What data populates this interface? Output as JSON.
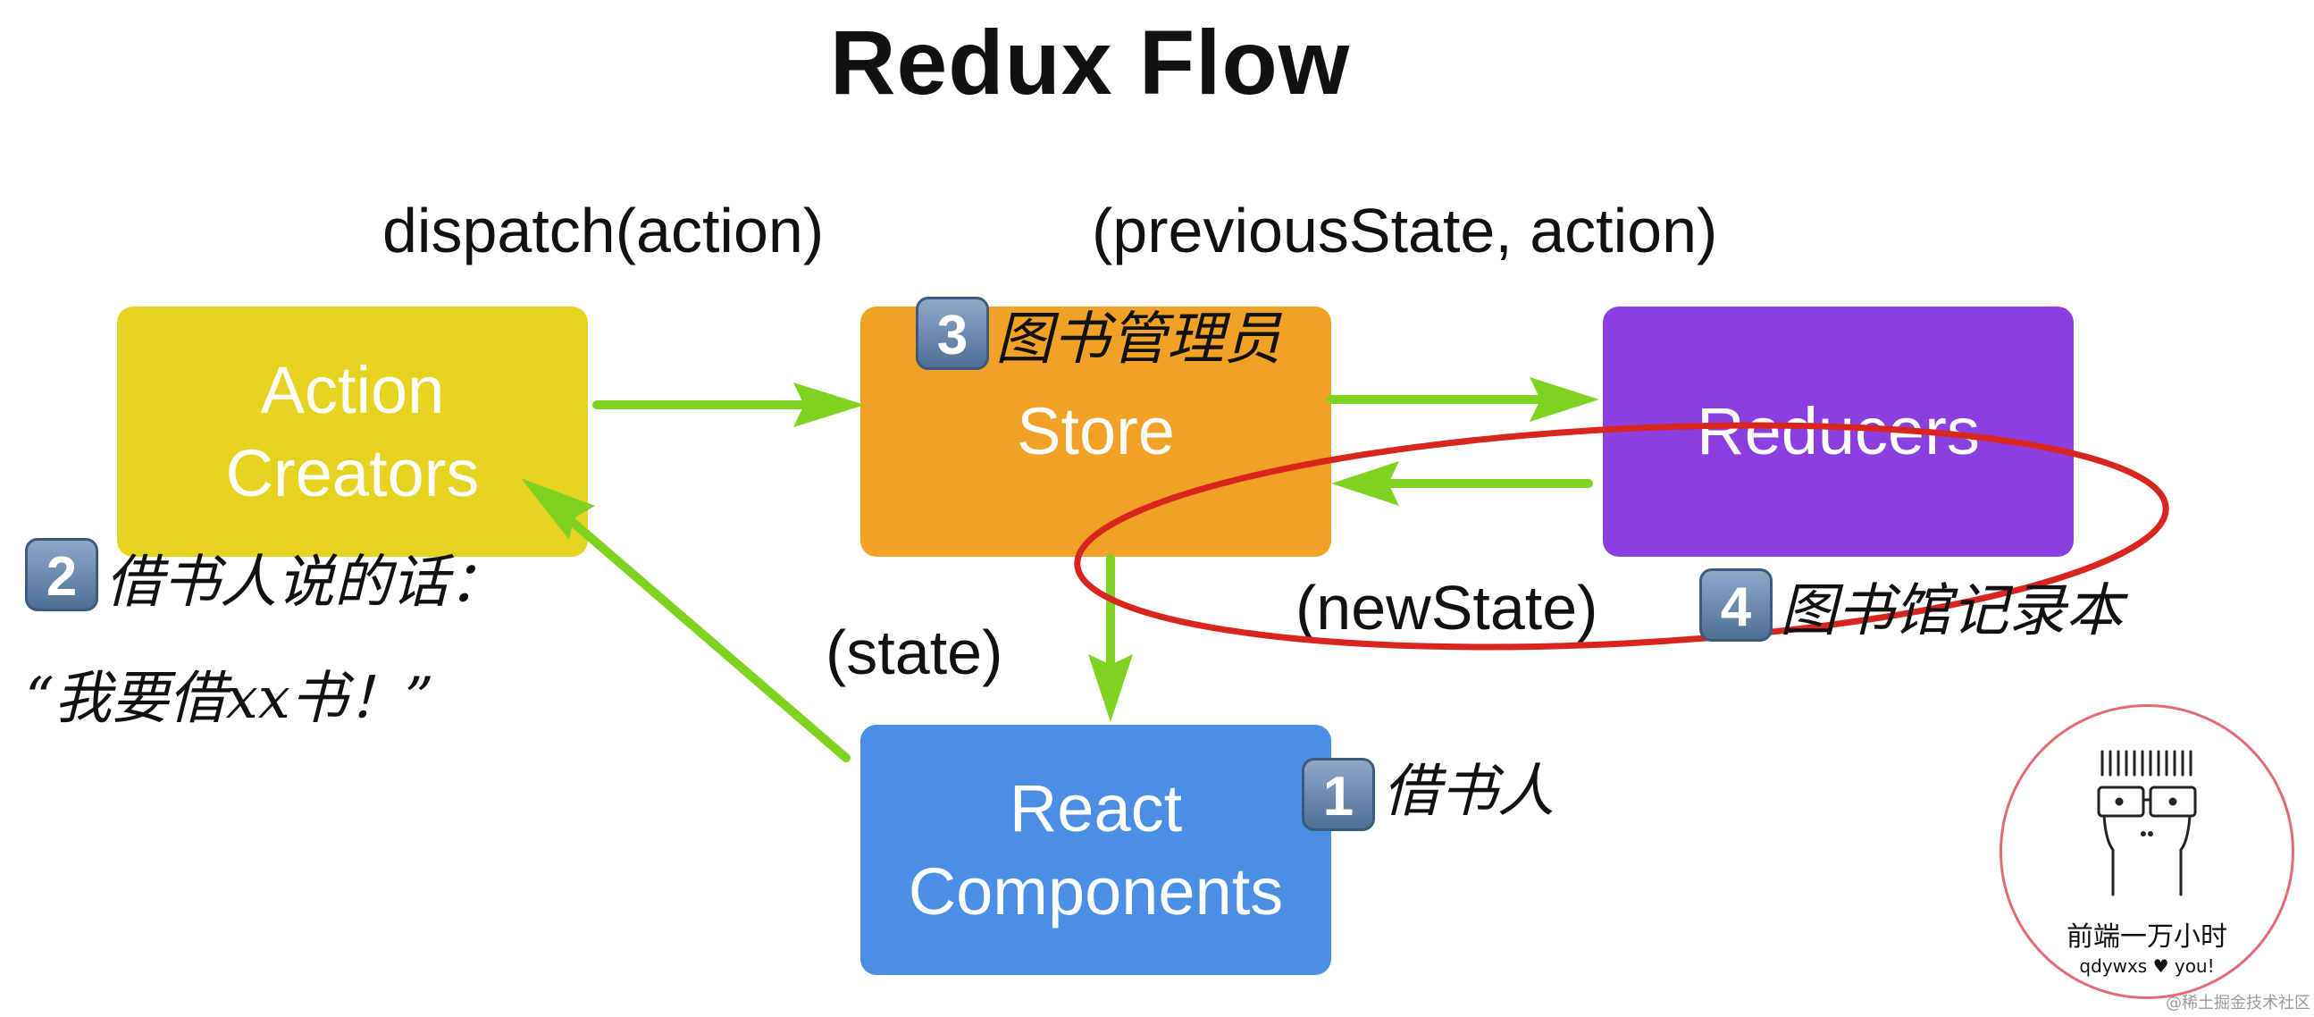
{
  "title": "Redux Flow",
  "labels": {
    "dispatch": "dispatch(action)",
    "reducer_args": "(previousState, action)",
    "state": "(state)",
    "new_state": "(newState)"
  },
  "boxes": {
    "action_creators": {
      "line1": "Action",
      "line2": "Creators"
    },
    "store": "Store",
    "reducers": "Reducers",
    "react_components": {
      "line1": "React",
      "line2": "Components"
    }
  },
  "annotations": {
    "one": {
      "badge": "1",
      "text": "借书人"
    },
    "two": {
      "badge": "2",
      "text": "借书人说的话：",
      "quote": "“我要借xx书！”"
    },
    "three": {
      "badge": "3",
      "text": "图书管理员"
    },
    "four": {
      "badge": "4",
      "text": "图书馆记录本"
    }
  },
  "logo": {
    "name": "前端一万小时",
    "sub": "qdywxs ♥ you!"
  },
  "watermark": "@稀土掘金技术社区",
  "colors": {
    "action_creators": "#e6d320",
    "store": "#f1a226",
    "reducers": "#8b3fe0",
    "react_components": "#4b8fe5",
    "arrow": "#7ed321",
    "highlight_ellipse": "#d8261e"
  }
}
